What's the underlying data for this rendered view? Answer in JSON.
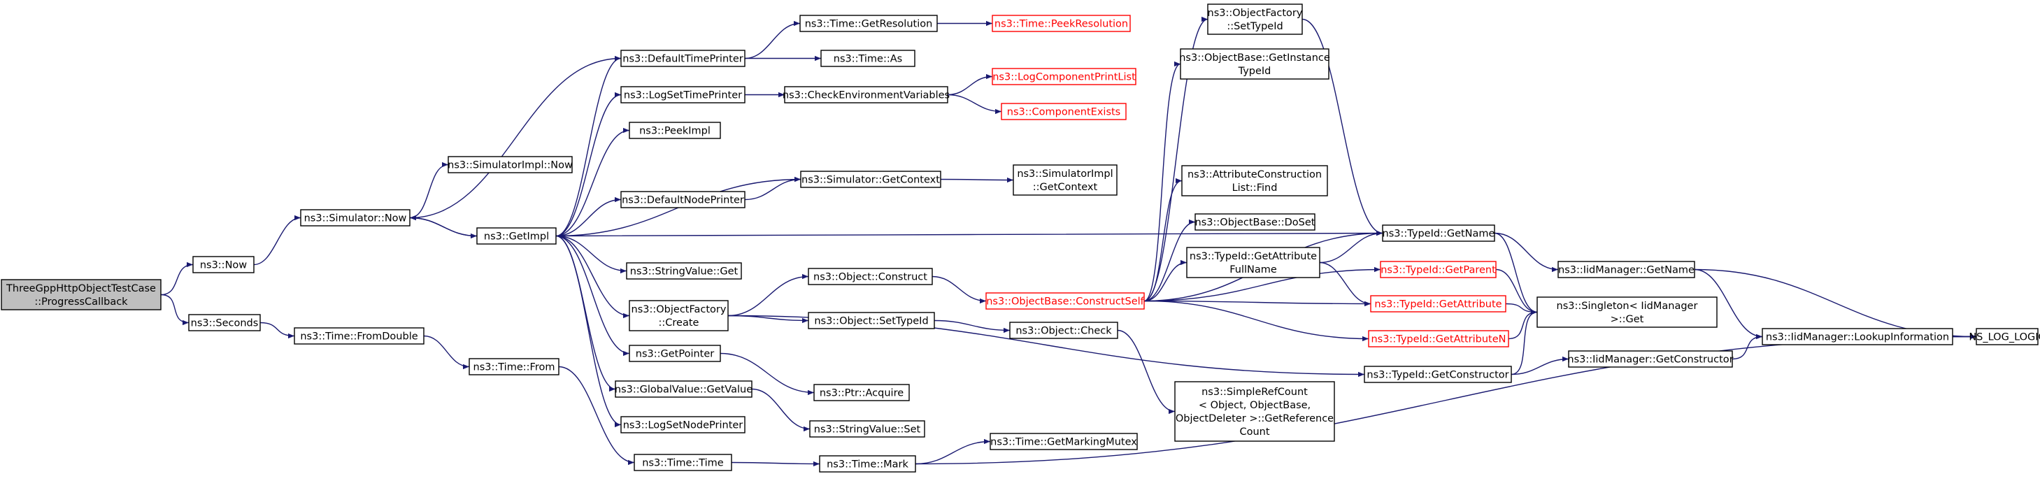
{
  "colors": {
    "edge": "#191970",
    "node_border": "#000000",
    "root_fill": "#bfbfbf",
    "undocumented_border": "#ff0000"
  },
  "nodes": [
    {
      "id": "root",
      "lines": [
        "ThreeGppHttpObjectTestCase",
        "::ProgressCallback"
      ],
      "kind": "root"
    },
    {
      "id": "now",
      "lines": [
        "ns3::Now"
      ],
      "kind": "normal"
    },
    {
      "id": "seconds",
      "lines": [
        "ns3::Seconds"
      ],
      "kind": "normal"
    },
    {
      "id": "simnow",
      "lines": [
        "ns3::Simulator::Now"
      ],
      "kind": "normal"
    },
    {
      "id": "simimplnow",
      "lines": [
        "ns3::SimulatorImpl::Now"
      ],
      "kind": "normal"
    },
    {
      "id": "getimpl",
      "lines": [
        "ns3::GetImpl"
      ],
      "kind": "normal"
    },
    {
      "id": "defaulttimeprinter",
      "lines": [
        "ns3::DefaultTimePrinter"
      ],
      "kind": "normal"
    },
    {
      "id": "logsettimeprinter",
      "lines": [
        "ns3::LogSetTimePrinter"
      ],
      "kind": "normal"
    },
    {
      "id": "peekimpl",
      "lines": [
        "ns3::PeekImpl"
      ],
      "kind": "normal"
    },
    {
      "id": "defaultnodeprinter",
      "lines": [
        "ns3::DefaultNodePrinter"
      ],
      "kind": "normal"
    },
    {
      "id": "stringvalueget",
      "lines": [
        "ns3::StringValue::Get"
      ],
      "kind": "normal"
    },
    {
      "id": "objectfactorycreate",
      "lines": [
        "ns3::ObjectFactory",
        "::Create"
      ],
      "kind": "normal"
    },
    {
      "id": "getpointer",
      "lines": [
        "ns3::GetPointer"
      ],
      "kind": "normal"
    },
    {
      "id": "globalvaluegetvalue",
      "lines": [
        "ns3::GlobalValue::GetValue"
      ],
      "kind": "normal"
    },
    {
      "id": "logsetnodeprinter",
      "lines": [
        "ns3::LogSetNodePrinter"
      ],
      "kind": "normal"
    },
    {
      "id": "timefromdouble",
      "lines": [
        "ns3::Time::FromDouble"
      ],
      "kind": "normal"
    },
    {
      "id": "timefrom",
      "lines": [
        "ns3::Time::From"
      ],
      "kind": "normal"
    },
    {
      "id": "timetime",
      "lines": [
        "ns3::Time::Time"
      ],
      "kind": "normal"
    },
    {
      "id": "timegetresolution",
      "lines": [
        "ns3::Time::GetResolution"
      ],
      "kind": "normal"
    },
    {
      "id": "timeas",
      "lines": [
        "ns3::Time::As"
      ],
      "kind": "normal"
    },
    {
      "id": "checkenv",
      "lines": [
        "ns3::CheckEnvironmentVariables"
      ],
      "kind": "normal"
    },
    {
      "id": "simgetcontext",
      "lines": [
        "ns3::Simulator::GetContext"
      ],
      "kind": "normal"
    },
    {
      "id": "objectconstruct",
      "lines": [
        "ns3::Object::Construct"
      ],
      "kind": "normal"
    },
    {
      "id": "objectsettypeid",
      "lines": [
        "ns3::Object::SetTypeId"
      ],
      "kind": "normal"
    },
    {
      "id": "ptracquire",
      "lines": [
        "ns3::Ptr::Acquire"
      ],
      "kind": "normal"
    },
    {
      "id": "stringvalueset",
      "lines": [
        "ns3::StringValue::Set"
      ],
      "kind": "normal"
    },
    {
      "id": "timemark",
      "lines": [
        "ns3::Time::Mark"
      ],
      "kind": "normal"
    },
    {
      "id": "timepeekresolution",
      "lines": [
        "ns3::Time::PeekResolution"
      ],
      "kind": "red"
    },
    {
      "id": "logcompprintlist",
      "lines": [
        "ns3::LogComponentPrintList"
      ],
      "kind": "red"
    },
    {
      "id": "componentexists",
      "lines": [
        "ns3::ComponentExists"
      ],
      "kind": "red"
    },
    {
      "id": "simimplgetcontext",
      "lines": [
        "ns3::SimulatorImpl",
        "::GetContext"
      ],
      "kind": "normal"
    },
    {
      "id": "objectbaseconstructself",
      "lines": [
        "ns3::ObjectBase::ConstructSelf"
      ],
      "kind": "red"
    },
    {
      "id": "objectcheck",
      "lines": [
        "ns3::Object::Check"
      ],
      "kind": "normal"
    },
    {
      "id": "timegetmarkingmutex",
      "lines": [
        "ns3::Time::GetMarkingMutex"
      ],
      "kind": "normal"
    },
    {
      "id": "simplerefcount",
      "lines": [
        "ns3::SimpleRefCount",
        "< Object, ObjectBase,",
        "ObjectDeleter >::GetReference",
        "Count"
      ],
      "kind": "normal"
    },
    {
      "id": "objfactorysettypeid",
      "lines": [
        "ns3::ObjectFactory",
        "::SetTypeId"
      ],
      "kind": "normal"
    },
    {
      "id": "objbasegetinstancetypeid",
      "lines": [
        "ns3::ObjectBase::GetInstance",
        "TypeId"
      ],
      "kind": "normal"
    },
    {
      "id": "attrconstructionlistfind",
      "lines": [
        "ns3::AttributeConstruction",
        "List::Find"
      ],
      "kind": "normal"
    },
    {
      "id": "objectbasedoset",
      "lines": [
        "ns3::ObjectBase::DoSet"
      ],
      "kind": "normal"
    },
    {
      "id": "typeidgetattributefullname",
      "lines": [
        "ns3::TypeId::GetAttribute",
        "FullName"
      ],
      "kind": "normal"
    },
    {
      "id": "typeidgetname",
      "lines": [
        "ns3::TypeId::GetName"
      ],
      "kind": "normal"
    },
    {
      "id": "typeidgetparent",
      "lines": [
        "ns3::TypeId::GetParent"
      ],
      "kind": "red"
    },
    {
      "id": "typeidgetattribute",
      "lines": [
        "ns3::TypeId::GetAttribute"
      ],
      "kind": "red"
    },
    {
      "id": "typeidgetattributen",
      "lines": [
        "ns3::TypeId::GetAttributeN"
      ],
      "kind": "red"
    },
    {
      "id": "typeidgetconstructor",
      "lines": [
        "ns3::TypeId::GetConstructor"
      ],
      "kind": "normal"
    },
    {
      "id": "iidmanagergetname",
      "lines": [
        "ns3::IidManager::GetName"
      ],
      "kind": "normal"
    },
    {
      "id": "singletonget",
      "lines": [
        "ns3::Singleton< IidManager",
        " >::Get"
      ],
      "kind": "normal"
    },
    {
      "id": "iidmanagergetconstructor",
      "lines": [
        "ns3::IidManager::GetConstructor"
      ],
      "kind": "normal"
    },
    {
      "id": "iidmanagerlookupinfo",
      "lines": [
        "ns3::IidManager::LookupInformation"
      ],
      "kind": "normal"
    },
    {
      "id": "nsloglogic",
      "lines": [
        "NS_LOG_LOGIC"
      ],
      "kind": "normal"
    }
  ],
  "edges": [
    [
      "root",
      "now"
    ],
    [
      "root",
      "seconds"
    ],
    [
      "now",
      "simnow"
    ],
    [
      "simnow",
      "simimplnow"
    ],
    [
      "simnow",
      "getimpl"
    ],
    [
      "getimpl",
      "defaulttimeprinter"
    ],
    [
      "getimpl",
      "logsettimeprinter"
    ],
    [
      "getimpl",
      "peekimpl"
    ],
    [
      "getimpl",
      "simgetcontext"
    ],
    [
      "getimpl",
      "defaultnodeprinter"
    ],
    [
      "getimpl",
      "stringvalueget"
    ],
    [
      "getimpl",
      "objectfactorycreate"
    ],
    [
      "getimpl",
      "getpointer"
    ],
    [
      "getimpl",
      "globalvaluegetvalue"
    ],
    [
      "getimpl",
      "logsetnodeprinter"
    ],
    [
      "getimpl",
      "typeidgetname"
    ],
    [
      "getimpl",
      "simnow"
    ],
    [
      "seconds",
      "timefromdouble"
    ],
    [
      "timefromdouble",
      "timefrom"
    ],
    [
      "timefrom",
      "timetime"
    ],
    [
      "defaulttimeprinter",
      "timegetresolution"
    ],
    [
      "defaulttimeprinter",
      "timeas"
    ],
    [
      "defaulttimeprinter",
      "simnow"
    ],
    [
      "timegetresolution",
      "timepeekresolution"
    ],
    [
      "logsettimeprinter",
      "checkenv"
    ],
    [
      "checkenv",
      "logcompprintlist"
    ],
    [
      "checkenv",
      "componentexists"
    ],
    [
      "simgetcontext",
      "simimplgetcontext"
    ],
    [
      "defaultnodeprinter",
      "simgetcontext"
    ],
    [
      "objectfactorycreate",
      "objectconstruct"
    ],
    [
      "objectfactorycreate",
      "objectsettypeid"
    ],
    [
      "objectfactorycreate",
      "typeidgetconstructor"
    ],
    [
      "getpointer",
      "ptracquire"
    ],
    [
      "globalvaluegetvalue",
      "stringvalueset"
    ],
    [
      "timetime",
      "timemark"
    ],
    [
      "timemark",
      "timegetmarkingmutex"
    ],
    [
      "timemark",
      "nsloglogic"
    ],
    [
      "objectconstruct",
      "objectbaseconstructself"
    ],
    [
      "objectsettypeid",
      "objectcheck"
    ],
    [
      "objectcheck",
      "simplerefcount"
    ],
    [
      "objectbaseconstructself",
      "objfactorysettypeid"
    ],
    [
      "objectbaseconstructself",
      "objbasegetinstancetypeid"
    ],
    [
      "objectbaseconstructself",
      "attrconstructionlistfind"
    ],
    [
      "objectbaseconstructself",
      "objectbasedoset"
    ],
    [
      "objectbaseconstructself",
      "typeidgetattributefullname"
    ],
    [
      "objectbaseconstructself",
      "typeidgetname"
    ],
    [
      "objectbaseconstructself",
      "typeidgetparent"
    ],
    [
      "objectbaseconstructself",
      "typeidgetattribute"
    ],
    [
      "objectbaseconstructself",
      "typeidgetattributen"
    ],
    [
      "objfactorysettypeid",
      "typeidgetname"
    ],
    [
      "typeidgetattributefullname",
      "typeidgetname"
    ],
    [
      "typeidgetattributefullname",
      "typeidgetattribute"
    ],
    [
      "typeidgetname",
      "iidmanagergetname"
    ],
    [
      "typeidgetname",
      "singletonget"
    ],
    [
      "typeidgetparent",
      "singletonget"
    ],
    [
      "typeidgetattribute",
      "singletonget"
    ],
    [
      "typeidgetattributen",
      "singletonget"
    ],
    [
      "typeidgetconstructor",
      "singletonget"
    ],
    [
      "typeidgetconstructor",
      "iidmanagergetconstructor"
    ],
    [
      "iidmanagergetname",
      "iidmanagerlookupinfo"
    ],
    [
      "iidmanagergetname",
      "nsloglogic"
    ],
    [
      "iidmanagergetconstructor",
      "iidmanagerlookupinfo"
    ],
    [
      "iidmanagerlookupinfo",
      "nsloglogic"
    ]
  ]
}
